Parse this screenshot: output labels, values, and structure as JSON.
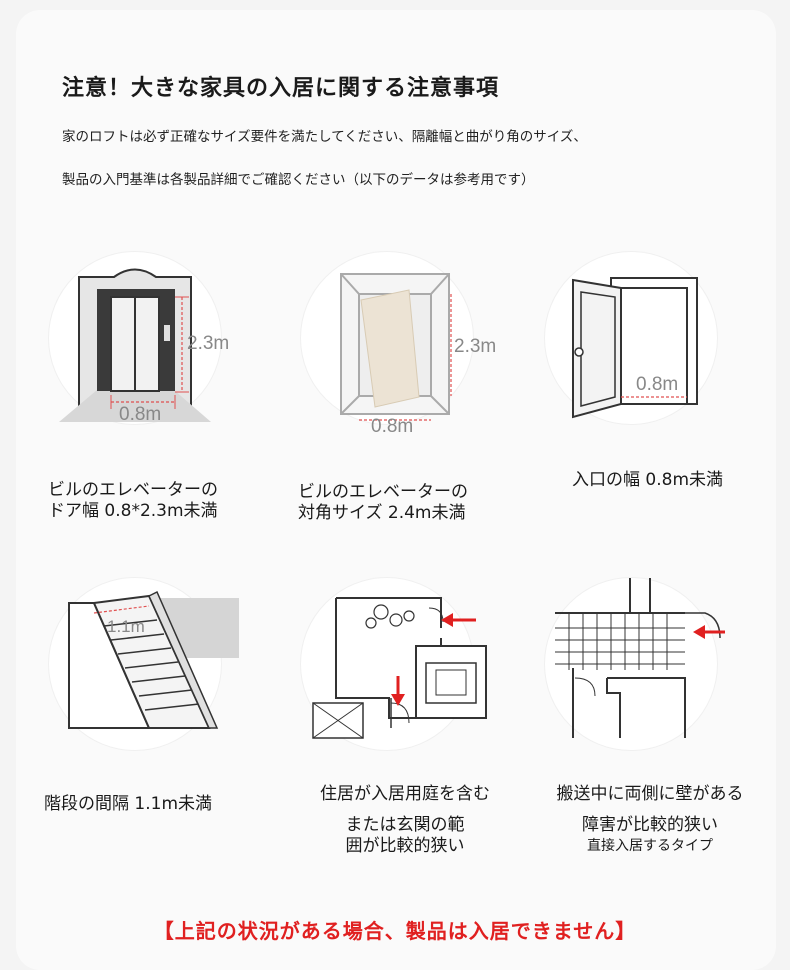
{
  "title": "注意！大きな家具の入居に関する注意事項",
  "intro": {
    "line1": "家のロフトは必ず正確なサイズ要件を満たしてください、隔離幅と曲がり角のサイズ、",
    "line2": "製品の入門基準は各製品詳細でご確認ください（以下のデータは参考用です）"
  },
  "items": [
    {
      "icon": "elevator-door-icon",
      "dim_h": "2.3m",
      "dim_w": "0.8m",
      "caption1": "ビルのエレベーターの",
      "caption2": "ドア幅 0.8*2.3m未満"
    },
    {
      "icon": "elevator-diagonal-icon",
      "dim_h": "2.3m",
      "dim_w": "0.8m",
      "caption1": "ビルのエレベーターの",
      "caption2": "対角サイズ 2.4m未満"
    },
    {
      "icon": "entrance-door-icon",
      "dim_w": "0.8m",
      "caption1": "入口の幅 0.8m未満"
    },
    {
      "icon": "staircase-icon",
      "dim_w": "1.1m",
      "caption1": "階段の間隔 1.1m未満"
    },
    {
      "icon": "floor-plan-icon",
      "caption1": "住居が入居用庭を含む",
      "caption2": "または玄関の範",
      "caption3": "囲が比較的狭い"
    },
    {
      "icon": "corridor-obstacle-icon",
      "caption1": "搬送中に両側に壁がある",
      "caption2": "障害が比較的狭い",
      "caption3": "直接入居するタイプ"
    }
  ],
  "footer": "【上記の状況がある場合、製品は入居できません】",
  "colors": {
    "accent_red": "#e02020",
    "dim_red": "#e05050"
  }
}
